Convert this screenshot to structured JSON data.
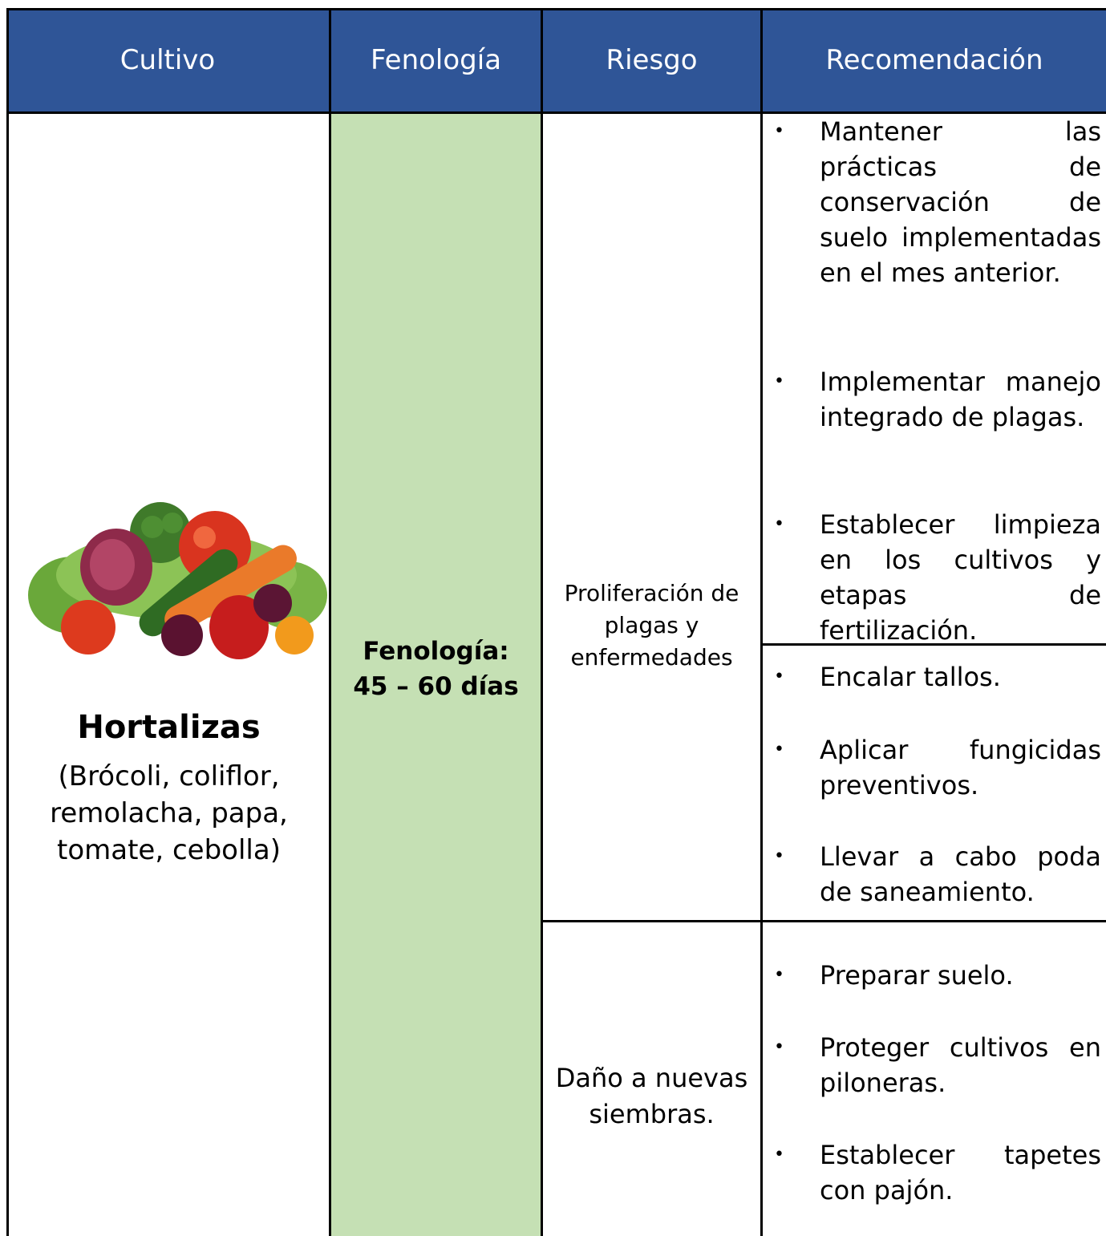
{
  "header": {
    "cultivo": "Cultivo",
    "fenologia": "Fenología",
    "riesgo": "Riesgo",
    "recomendacion": "Recomendación"
  },
  "colors": {
    "header_bg": "#2f5597",
    "fenologia_bg": "#c5e0b4"
  },
  "crop": {
    "image": "vegetables-photo",
    "name": "Hortalizas",
    "description": "(Brócoli, coliflor, remolacha, papa, tomate, cebolla)"
  },
  "fenologia": {
    "label": "Fenología:",
    "value": "45 – 60 días"
  },
  "risks": [
    {
      "label": "Proliferación de plagas y enfermedades"
    },
    {
      "label": "Daño a nuevas siembras."
    }
  ],
  "bullet_symbol": "•",
  "recommendations": {
    "group1": [
      "Mantener las prácticas de conservación de suelo implementadas en el mes anterior.",
      "Implementar manejo integrado de plagas.",
      "Establecer limpieza en los cultivos y etapas de fertilización."
    ],
    "group2": [
      "Encalar tallos.",
      "Aplicar fungicidas preventivos.",
      "Llevar a cabo poda de saneamiento."
    ],
    "group3": [
      "Preparar suelo.",
      "Proteger cultivos en piloneras.",
      "Establecer tapetes con pajón."
    ]
  }
}
